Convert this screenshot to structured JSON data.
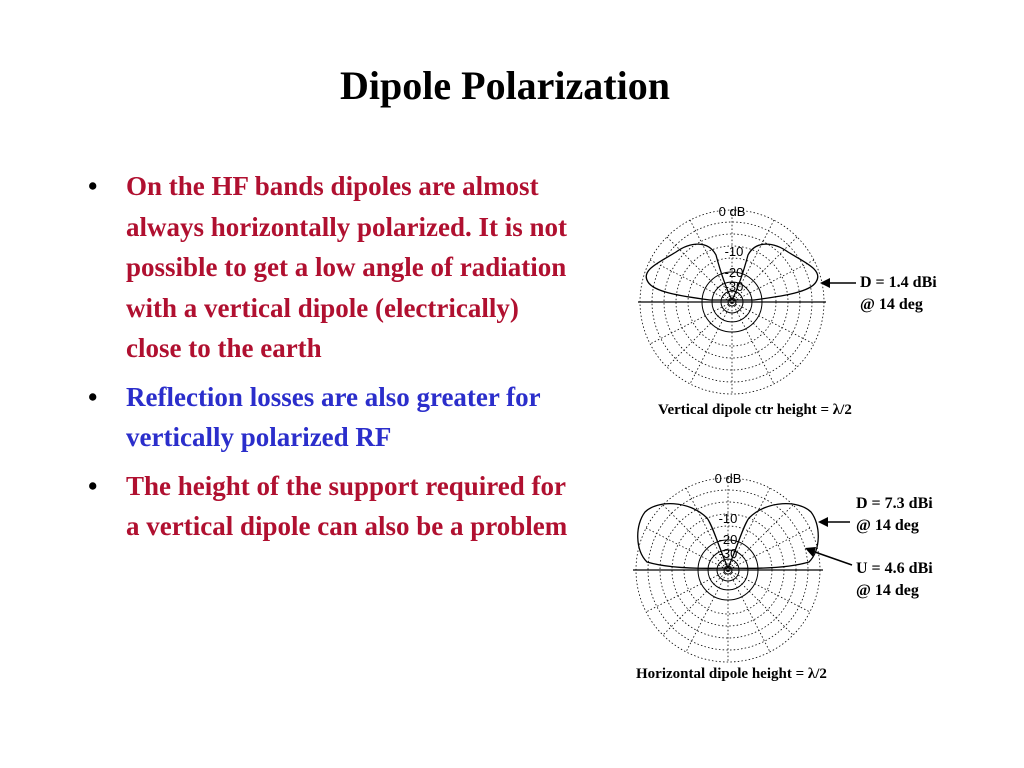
{
  "slide": {
    "title": "Dipole Polarization",
    "bullets": [
      {
        "text": "On the HF bands dipoles are almost always horizontally polarized. It is not possible to get a low angle of radiation with a vertical dipole (electrically) close to the earth",
        "color": "#b01030"
      },
      {
        "text": "Reflection losses are also greater for vertically polarized RF",
        "color": "#2b2ecb"
      },
      {
        "text": "The height of the support required for a vertical dipole can also be a problem",
        "color": "#b01030"
      }
    ],
    "bullet_glyph": "•"
  },
  "figure_vertical": {
    "ring_labels": [
      "0 dB",
      "-10",
      "-20",
      "-30"
    ],
    "annotation_line1": "D = 1.4 dBi",
    "annotation_line2": "@ 14 deg",
    "caption": "Vertical dipole ctr height = λ/2"
  },
  "figure_horizontal": {
    "ring_labels": [
      "0 dB",
      "-10",
      "-20",
      "-30"
    ],
    "annotation_d_line1": "D = 7.3 dBi",
    "annotation_d_line2": "@ 14 deg",
    "annotation_u_line1": "U = 4.6 dBi",
    "annotation_u_line2": "@ 14 deg",
    "caption": "Horizontal dipole height = λ/2"
  }
}
